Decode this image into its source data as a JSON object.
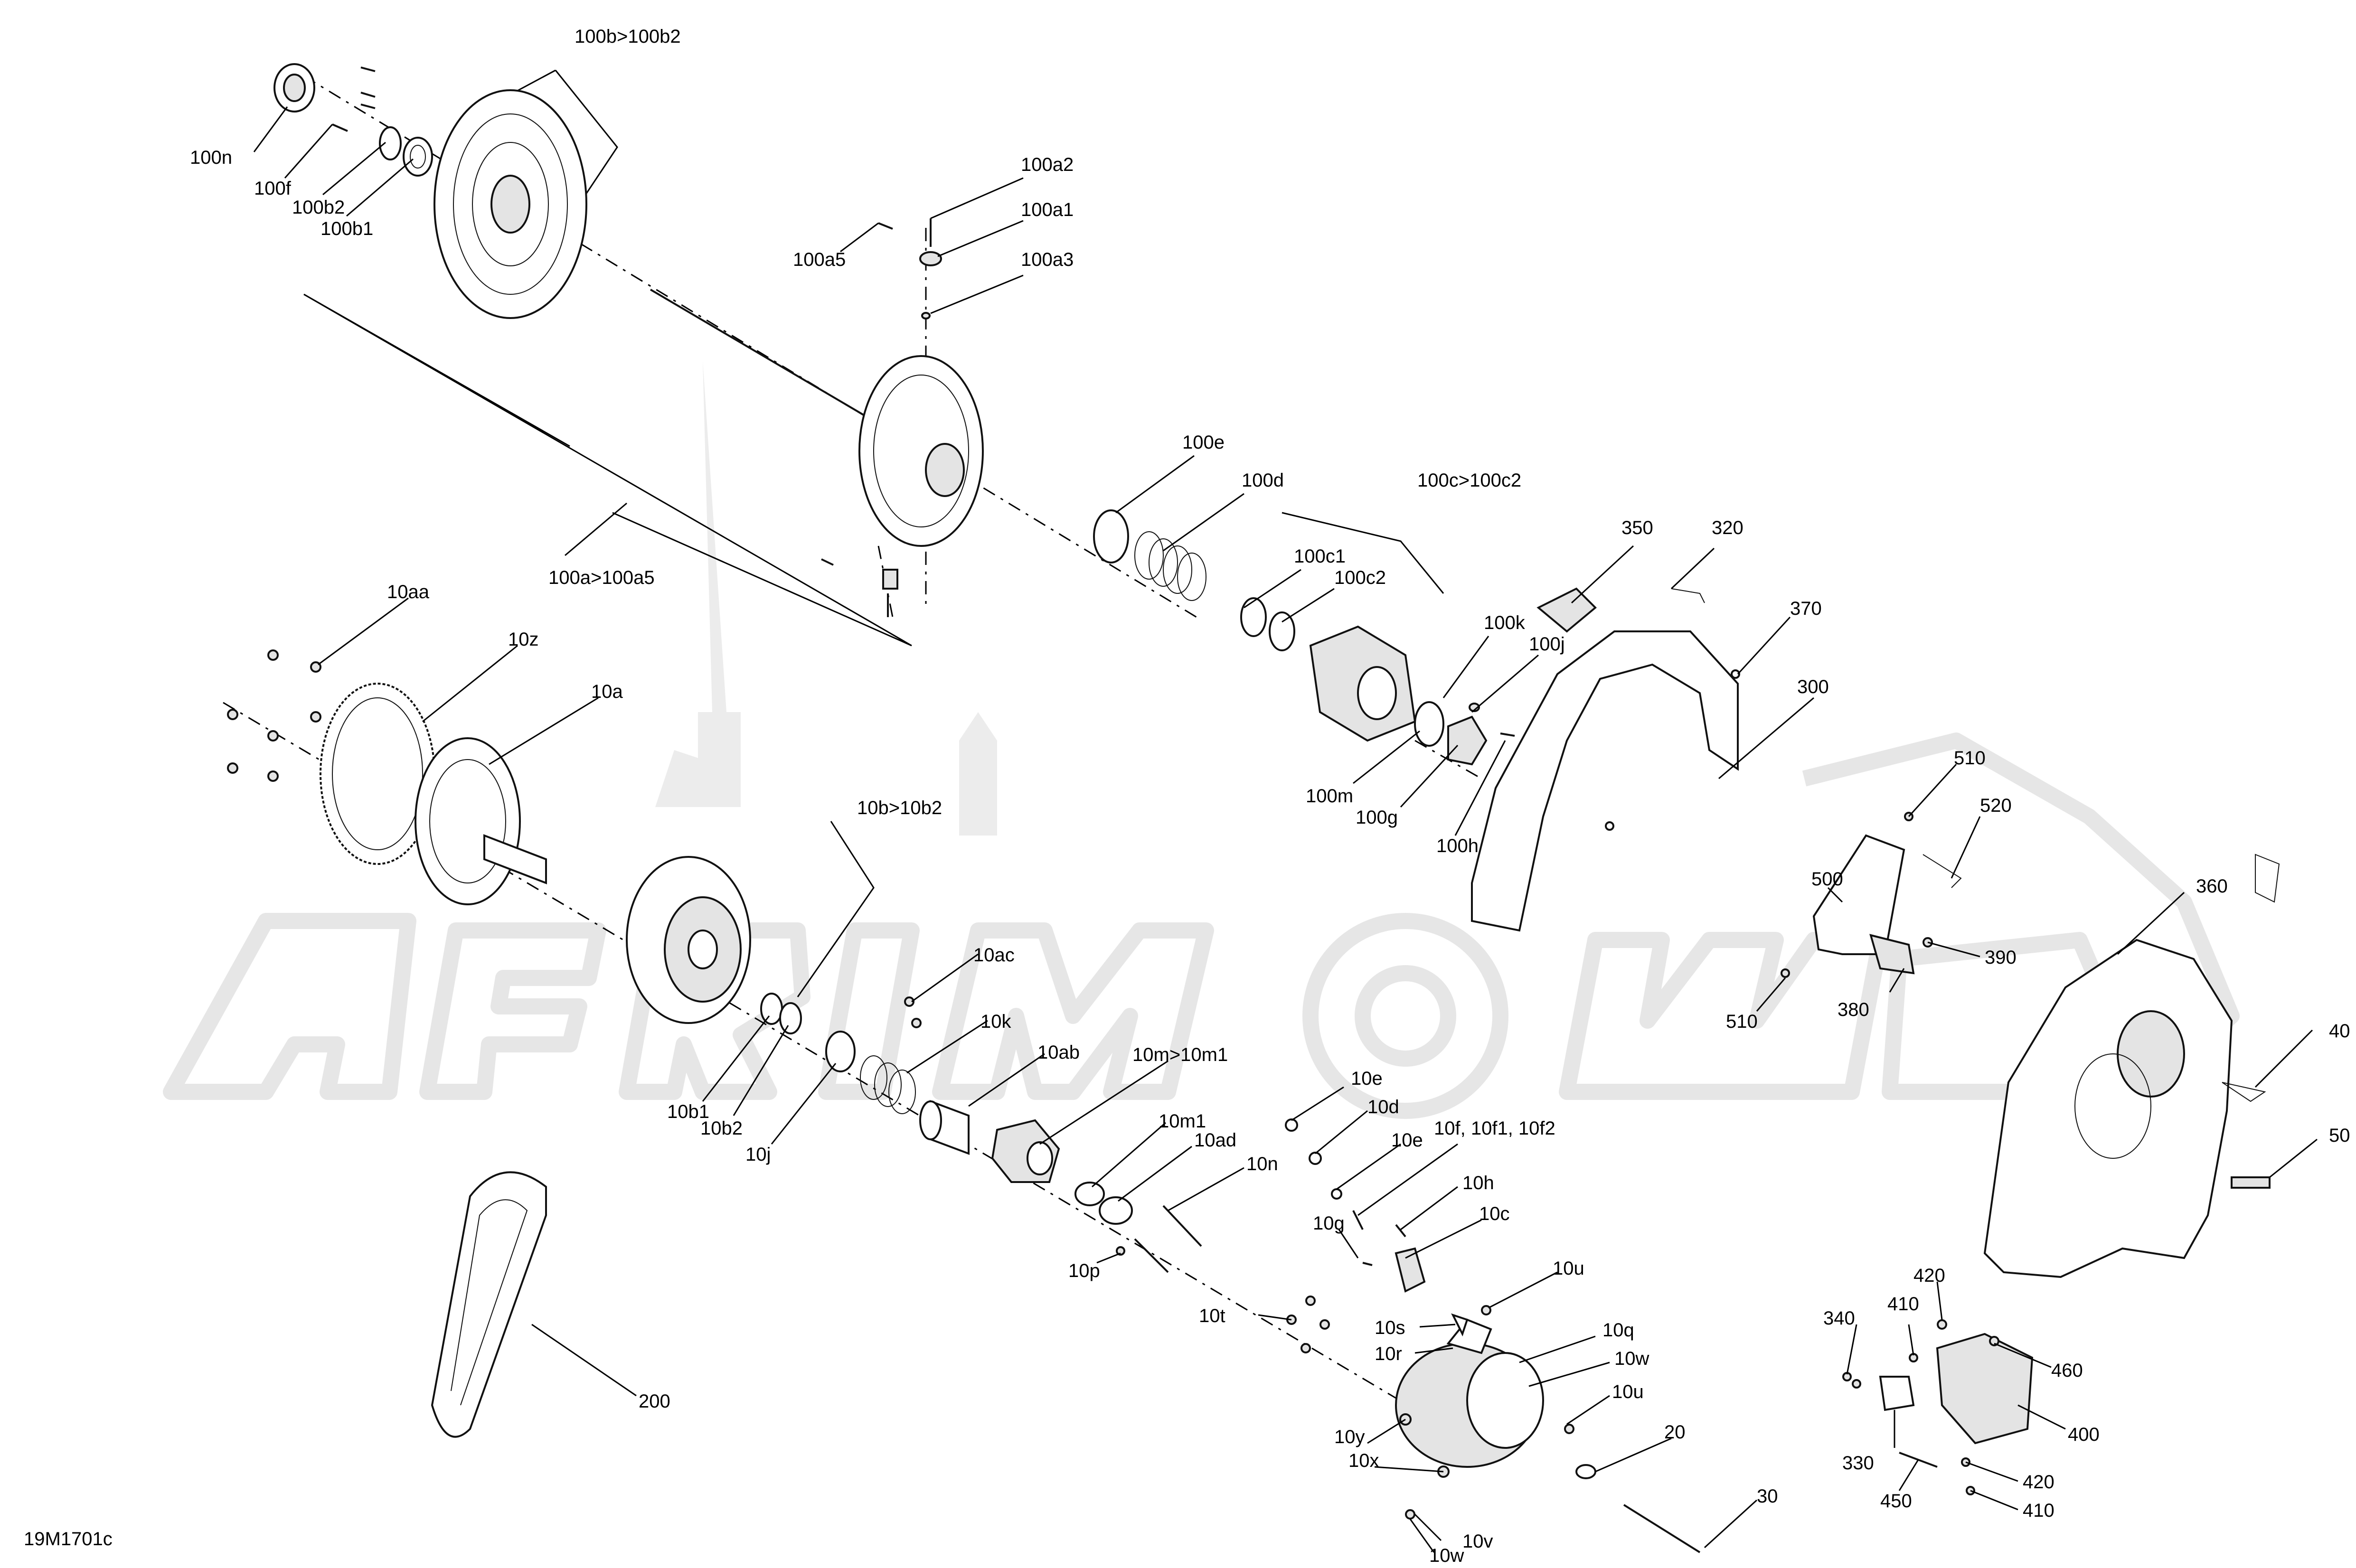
{
  "diagram_code": "19M1701c",
  "watermark_text": "AeriMoto",
  "labels": {
    "l100b_100b2": "100b>100b2",
    "l100n": "100n",
    "l100f": "100f",
    "l100b2": "100b2",
    "l100b1": "100b1",
    "l100a2": "100a2",
    "l100a1": "100a1",
    "l100a5": "100a5",
    "l100a3": "100a3",
    "l100a_100a5": "100a>100a5",
    "l100e": "100e",
    "l100d": "100d",
    "l100c_100c2": "100c>100c2",
    "l100c1": "100c1",
    "l100c2": "100c2",
    "l100k": "100k",
    "l100j": "100j",
    "l100m": "100m",
    "l100g": "100g",
    "l100h": "100h",
    "l350": "350",
    "l320": "320",
    "l370": "370",
    "l300": "300",
    "l10aa": "10aa",
    "l10z": "10z",
    "l10a": "10a",
    "l10b_10b2": "10b>10b2",
    "l10ac": "10ac",
    "l10k": "10k",
    "l10ab": "10ab",
    "l10b1": "10b1",
    "l10b2": "10b2",
    "l10j": "10j",
    "l10m_10m1": "10m>10m1",
    "l10m1": "10m1",
    "l10ad": "10ad",
    "l10n": "10n",
    "l10p": "10p",
    "l10e_a": "10e",
    "l10d": "10d",
    "l10e_b": "10e",
    "l10f": "10f, 10f1, 10f2",
    "l10g": "10g",
    "l10h": "10h",
    "l10c": "10c",
    "l10u_a": "10u",
    "l10t": "10t",
    "l10s": "10s",
    "l10r": "10r",
    "l10q": "10q",
    "l10w_a": "10w",
    "l10u_b": "10u",
    "l10y": "10y",
    "l10x": "10x",
    "l10v": "10v",
    "l10w_b": "10w",
    "l20": "20",
    "l30": "30",
    "l200": "200",
    "l510_a": "510",
    "l520": "520",
    "l500": "500",
    "l390": "390",
    "l380": "380",
    "l510_b": "510",
    "l360": "360",
    "l40": "40",
    "l50": "50",
    "l420_a": "420",
    "l340": "340",
    "l410_a": "410",
    "l460": "460",
    "l400": "400",
    "l330": "330",
    "l450": "450",
    "l420_b": "420",
    "l410_b": "410"
  }
}
